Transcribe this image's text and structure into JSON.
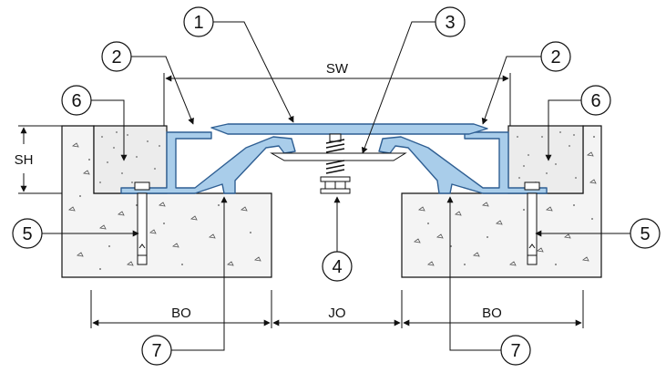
{
  "colors": {
    "extrusion": "#a9cdea",
    "extrusion_stroke": "#2f5f93",
    "line": "#111111",
    "concrete_fill": "#f4f4f4",
    "nosing_fill": "#ececec"
  },
  "dimensions": {
    "sw": "SW",
    "sh": "SH",
    "bo_left": "BO",
    "jo": "JO",
    "bo_right": "BO"
  },
  "callouts": {
    "c1": "1",
    "c2_left": "2",
    "c2_right": "2",
    "c3": "3",
    "c4": "4",
    "c5_left": "5",
    "c5_right": "5",
    "c6_left": "6",
    "c6_right": "6",
    "c7_left": "7",
    "c7_right": "7"
  },
  "icons": [
    "arrow-icon",
    "concrete-hatch",
    "spring-icon",
    "anchor-bolt-icon"
  ]
}
